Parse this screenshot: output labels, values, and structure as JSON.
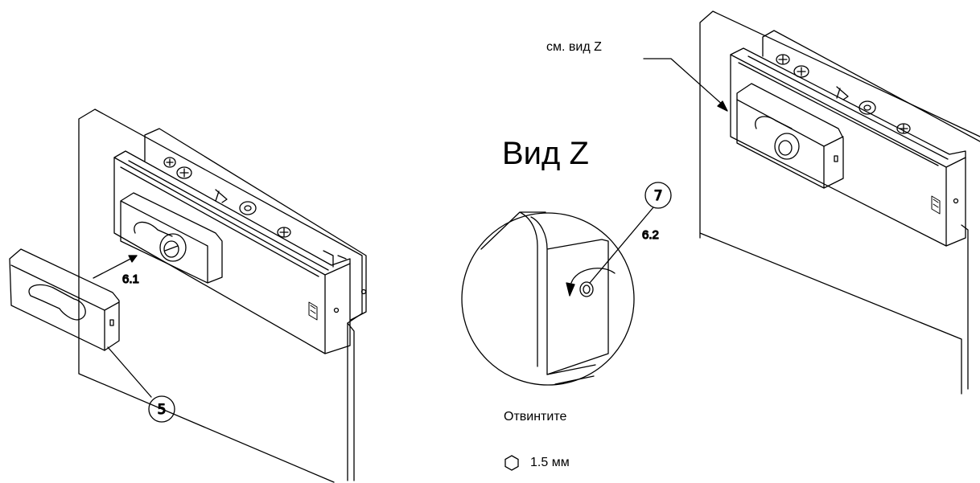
{
  "view_title": "Вид Z",
  "see_view_label": "см. вид  Z",
  "instruction": "Отвинтите",
  "tool": {
    "icon": "hex-key-icon",
    "size": "1.5 мм"
  },
  "steps": {
    "cover_item": "5",
    "remove_cover": "6.1",
    "screw_item": "7",
    "unscrew": "6.2"
  }
}
